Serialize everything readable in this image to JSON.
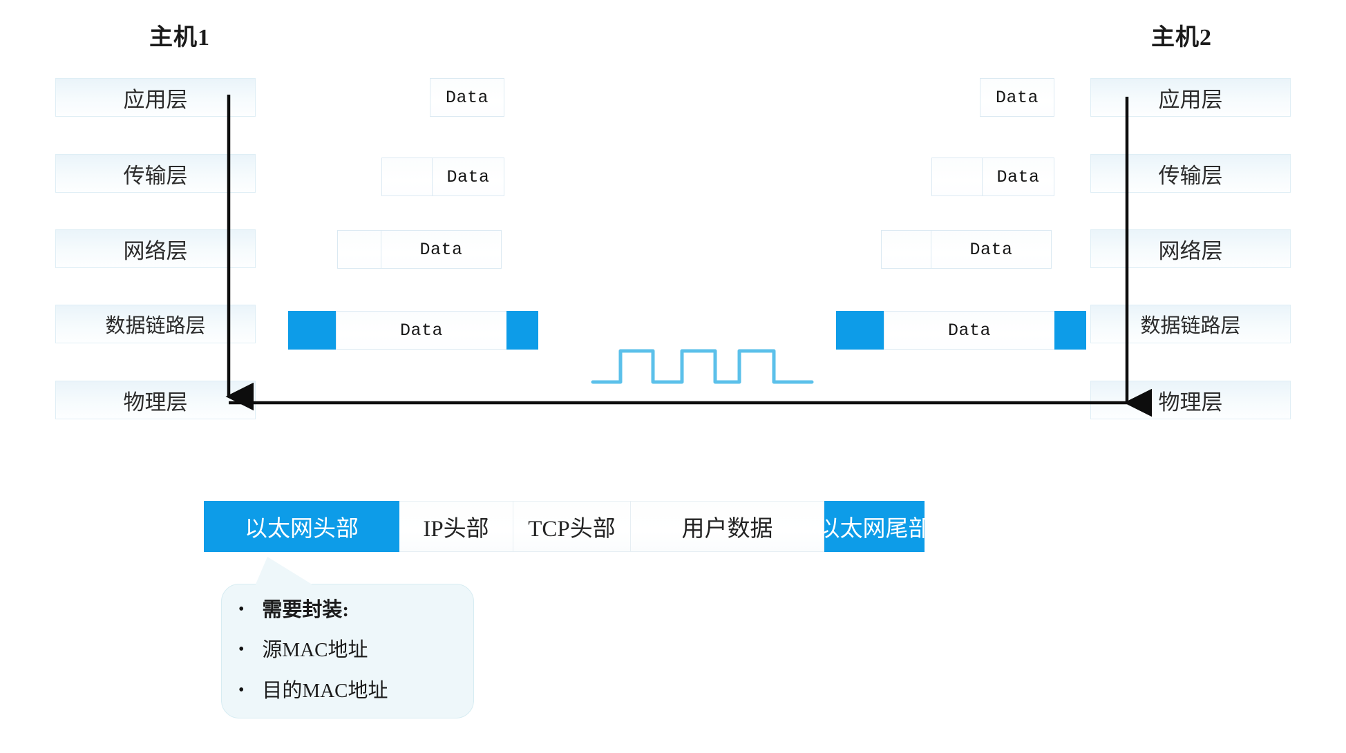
{
  "hosts": {
    "left": {
      "title": "主机1"
    },
    "right": {
      "title": "主机2"
    }
  },
  "layers": [
    {
      "id": "application",
      "label": "应用层"
    },
    {
      "id": "transport",
      "label": "传输层"
    },
    {
      "id": "network",
      "label": "网络层"
    },
    {
      "id": "datalink",
      "label": "数据链路层"
    },
    {
      "id": "physical",
      "label": "物理层"
    }
  ],
  "packets": {
    "data_label": "Data",
    "left": [
      {
        "layer": "application",
        "cells": [
          "",
          "Data"
        ],
        "headers": 0
      },
      {
        "layer": "transport",
        "cells": [
          "",
          "Data"
        ],
        "headers": 1
      },
      {
        "layer": "network",
        "cells": [
          "",
          "Data"
        ],
        "headers": 1
      },
      {
        "layer": "datalink",
        "cells": [
          "",
          "Data",
          ""
        ],
        "headers": 1,
        "trailer": 1
      }
    ],
    "right": [
      {
        "layer": "application",
        "cells": [
          "Data"
        ]
      },
      {
        "layer": "transport",
        "cells": [
          "",
          "Data"
        ]
      },
      {
        "layer": "network",
        "cells": [
          "",
          "Data"
        ]
      },
      {
        "layer": "datalink",
        "cells": [
          "",
          "Data",
          ""
        ]
      }
    ]
  },
  "signal": {
    "name": "square-wave-signal",
    "color": "#5bc0ea",
    "pulses": 3
  },
  "frame_bar": [
    {
      "label": "以太网头部",
      "style": "blue"
    },
    {
      "label": "IP头部",
      "style": "plain"
    },
    {
      "label": "TCP头部",
      "style": "plain"
    },
    {
      "label": "用户数据",
      "style": "plain"
    },
    {
      "label": "以太网尾部",
      "style": "blue"
    }
  ],
  "callout": {
    "items": [
      {
        "text": "需要封装:",
        "bold": true
      },
      {
        "text": "源MAC地址",
        "bold": false
      },
      {
        "text": "目的MAC地址",
        "bold": false
      }
    ],
    "bullet": "•"
  },
  "colors": {
    "accent_blue": "#0d9ce8",
    "signal_blue": "#5bc0ea",
    "layer_bg": "#eef7fb",
    "arrow": "#0d0d0d",
    "callout_bg": "#eef7fa"
  }
}
